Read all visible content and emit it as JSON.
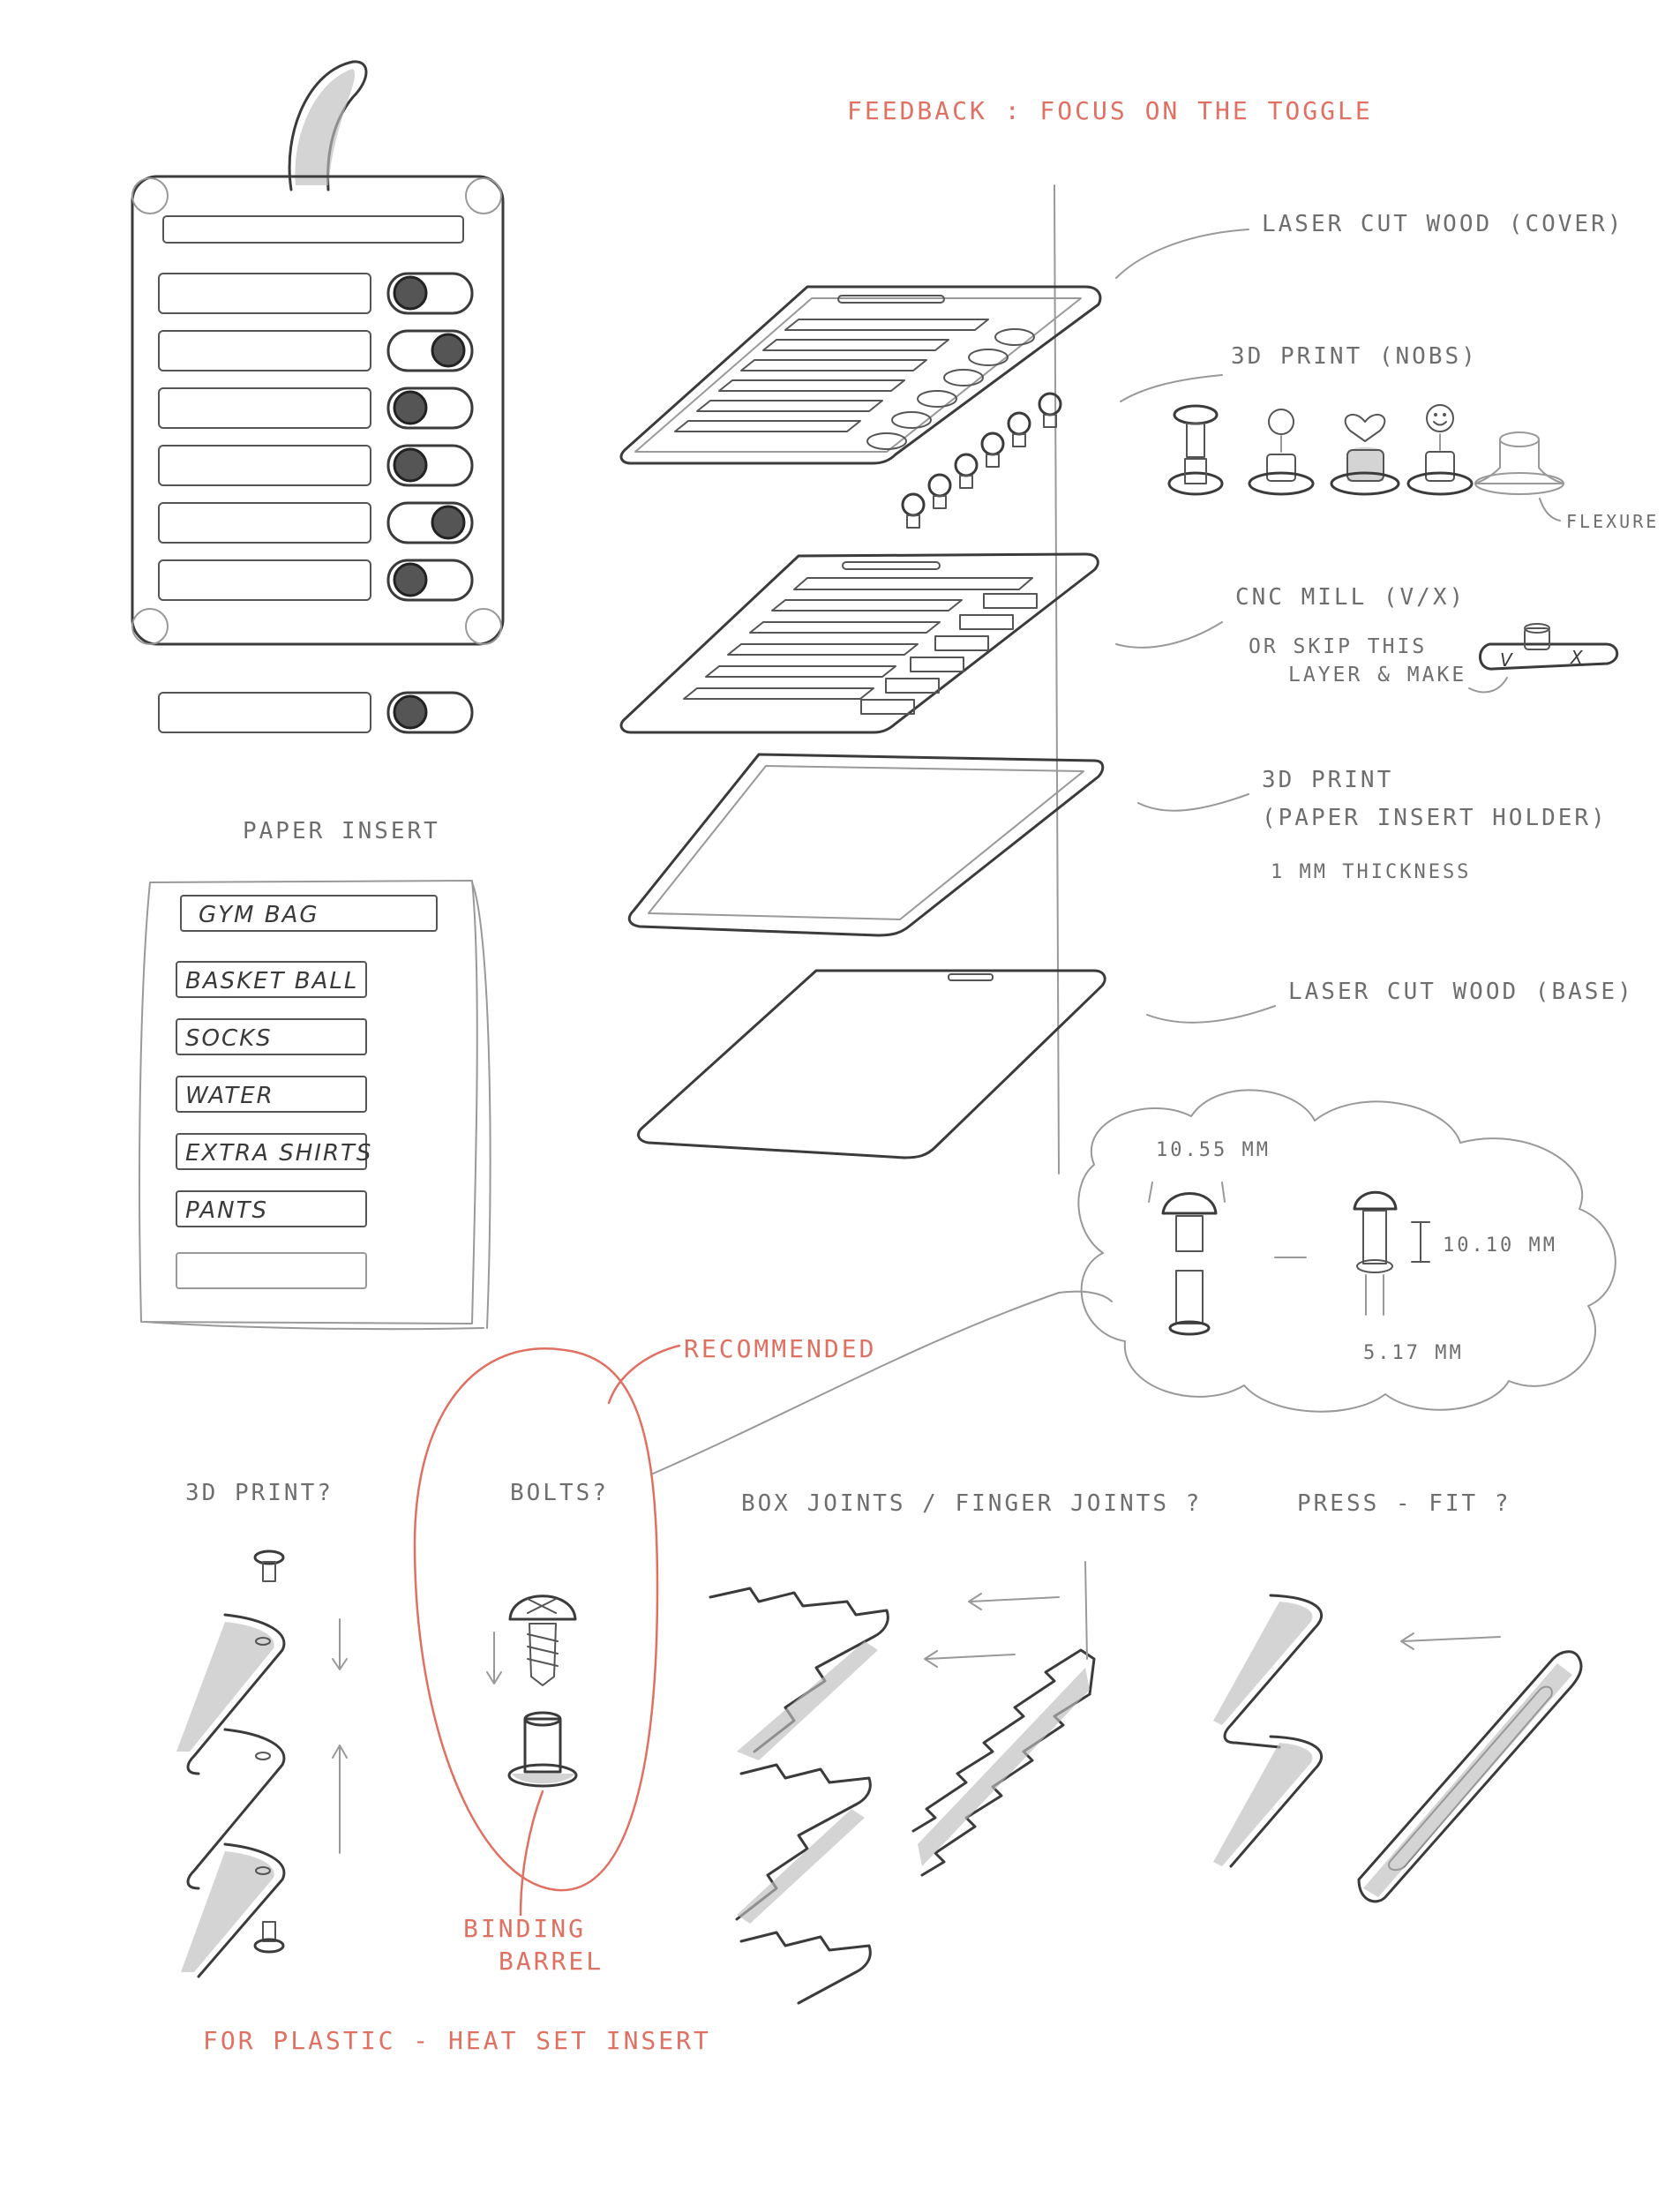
{
  "headline": "FEEDBACK : FOCUS ON THE TOGGLE",
  "paper_insert": {
    "title": "PAPER INSERT",
    "heading": "GYM BAG",
    "items": [
      "BASKET BALL",
      "SOCKS",
      "WATER",
      "EXTRA SHIRTS",
      "PANTS"
    ]
  },
  "layers": {
    "cover": "LASER CUT WOOD (COVER)",
    "knobs": "3D PRINT (NOBS)",
    "flexure": "FLEXURE",
    "cnc": "CNC MILL (V/X)",
    "cnc_alt_line1": "OR SKIP THIS",
    "cnc_alt_line2": "LAYER & MAKE",
    "holder_line1": "3D PRINT",
    "holder_line2": "(PAPER INSERT HOLDER)",
    "holder_thickness": "1 MM THICKNESS",
    "base": "LASER CUT WOOD (BASE)",
    "check_mark": "V",
    "cross_mark": "X"
  },
  "bubble": {
    "dim_width": "10.55 MM",
    "dim_height": "10.10 MM",
    "dim_bottom": "5.17 MM"
  },
  "joinery": {
    "recommended": "RECOMMENDED",
    "option_3d": "3D PRINT?",
    "option_bolts": "BOLTS?",
    "option_box": "BOX JOINTS / FINGER JOINTS ?",
    "option_press": "PRESS - FIT ?",
    "binding_line1": "BINDING",
    "binding_line2": "BARREL",
    "footer": "FOR PLASTIC -  HEAT SET INSERT"
  }
}
